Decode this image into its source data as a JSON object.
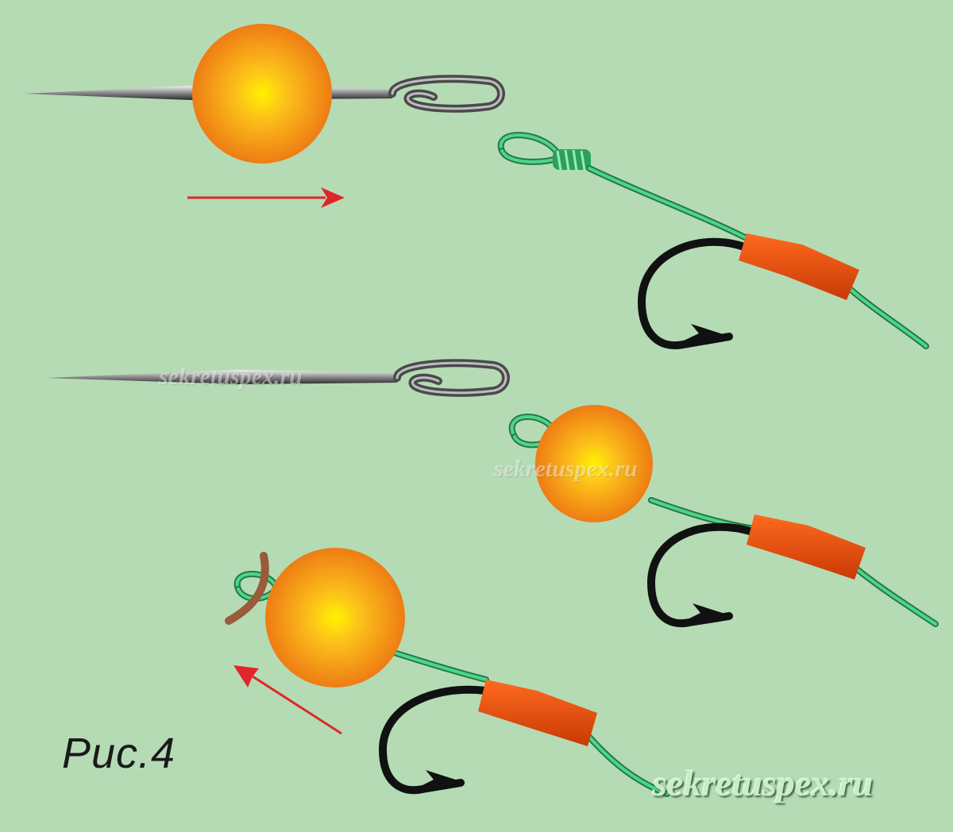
{
  "figure": {
    "caption": "Рис.4",
    "watermark_main": "sekretuspex.ru",
    "watermark_faint_1": "sekretuspex.ru",
    "watermark_faint_2": "sekretuspex.ru"
  },
  "colors": {
    "background": "#b5dbb5",
    "boilie_center": "#fff200",
    "boilie_edge": "#ee7c14",
    "hair_line": "#3fbf72",
    "hook": "#111111",
    "sleeve": "#e84a10",
    "arrow": "#e0262a",
    "needle": "#7d7d7d",
    "stop": "#9a5a3c"
  },
  "icons": [
    "baiting-needle-icon",
    "boilie-icon",
    "hook-icon",
    "hair-loop-icon",
    "shrink-tube-icon",
    "arrow-icon",
    "boilie-stop-icon"
  ]
}
